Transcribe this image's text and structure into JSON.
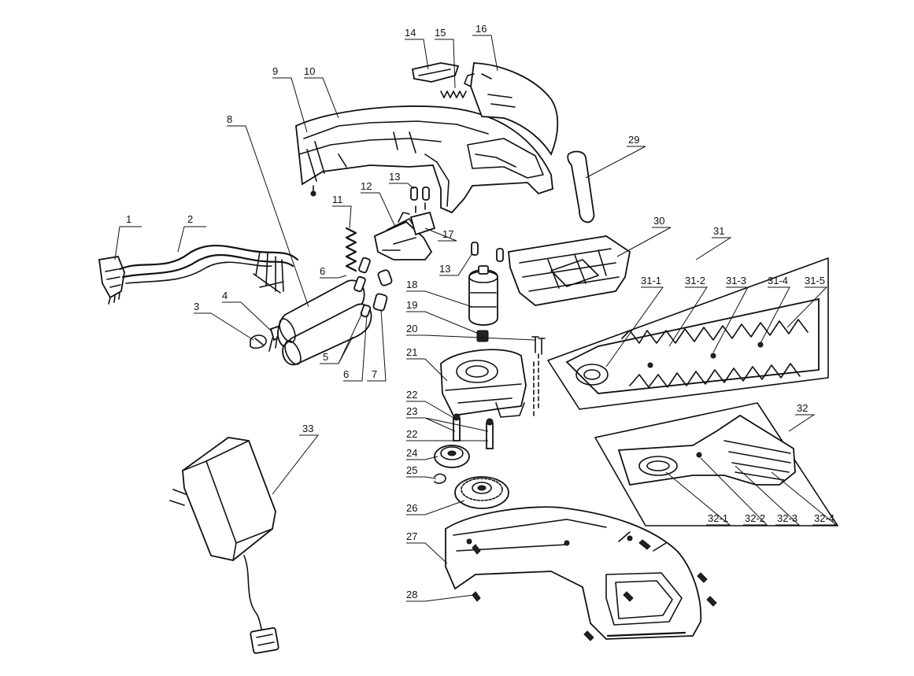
{
  "labels": [
    {
      "id": "l1",
      "text": "1"
    },
    {
      "id": "l2",
      "text": "2"
    },
    {
      "id": "l3",
      "text": "3"
    },
    {
      "id": "l4",
      "text": "4"
    },
    {
      "id": "l5",
      "text": "5"
    },
    {
      "id": "l6a",
      "text": "6"
    },
    {
      "id": "l6b",
      "text": "6"
    },
    {
      "id": "l7",
      "text": "7"
    },
    {
      "id": "l8",
      "text": "8"
    },
    {
      "id": "l9",
      "text": "9"
    },
    {
      "id": "l10",
      "text": "10"
    },
    {
      "id": "l11",
      "text": "11"
    },
    {
      "id": "l12",
      "text": "12"
    },
    {
      "id": "l13a",
      "text": "13"
    },
    {
      "id": "l13b",
      "text": "13"
    },
    {
      "id": "l14",
      "text": "14"
    },
    {
      "id": "l15",
      "text": "15"
    },
    {
      "id": "l16",
      "text": "16"
    },
    {
      "id": "l17",
      "text": "17"
    },
    {
      "id": "l18",
      "text": "18"
    },
    {
      "id": "l19",
      "text": "19"
    },
    {
      "id": "l20",
      "text": "20"
    },
    {
      "id": "l21",
      "text": "21"
    },
    {
      "id": "l22a",
      "text": "22"
    },
    {
      "id": "l22b",
      "text": "22"
    },
    {
      "id": "l23",
      "text": "23"
    },
    {
      "id": "l24",
      "text": "24"
    },
    {
      "id": "l25",
      "text": "25"
    },
    {
      "id": "l26",
      "text": "26"
    },
    {
      "id": "l27",
      "text": "27"
    },
    {
      "id": "l28",
      "text": "28"
    },
    {
      "id": "l29",
      "text": "29"
    },
    {
      "id": "l30",
      "text": "30"
    },
    {
      "id": "l31",
      "text": "31"
    },
    {
      "id": "l31_1",
      "text": "31-1"
    },
    {
      "id": "l31_2",
      "text": "31-2"
    },
    {
      "id": "l31_3",
      "text": "31-3"
    },
    {
      "id": "l31_4",
      "text": "31-4"
    },
    {
      "id": "l31_5",
      "text": "31-5"
    },
    {
      "id": "l32",
      "text": "32"
    },
    {
      "id": "l32_1",
      "text": "32-1"
    },
    {
      "id": "l32_2",
      "text": "32-2"
    },
    {
      "id": "l32_3",
      "text": "32-3"
    },
    {
      "id": "l32_4",
      "text": "32-4"
    },
    {
      "id": "l33",
      "text": "33"
    }
  ]
}
